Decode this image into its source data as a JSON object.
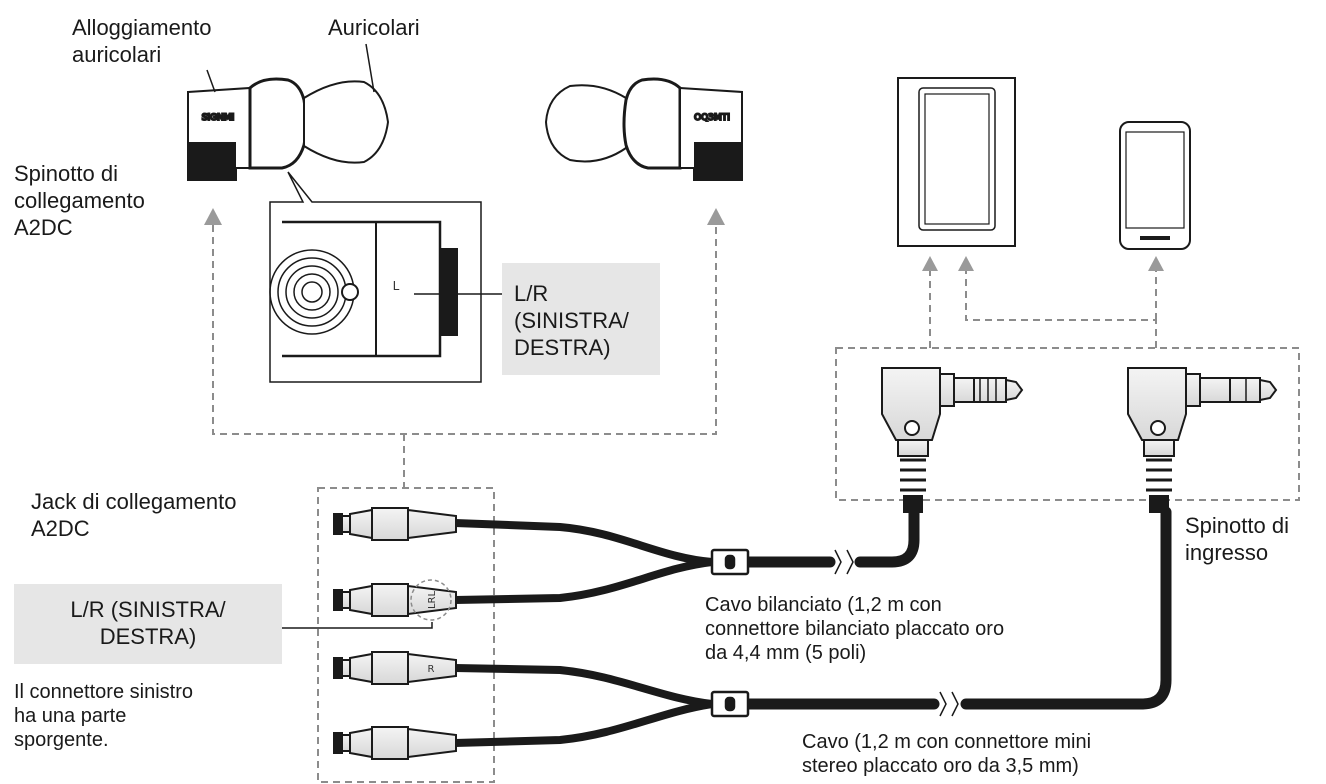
{
  "labels": {
    "housing": [
      "Alloggiamento",
      "auricolari"
    ],
    "earphones": "Auricolari",
    "plug": [
      "Spinotto di",
      "collegamento",
      "A2DC"
    ],
    "lr_top": [
      "L/R",
      "(SINISTRA/",
      "DESTRA)"
    ],
    "jack": [
      "Jack di collegamento",
      "A2DC"
    ],
    "lr_bottom": [
      "L/R (SINISTRA/",
      "DESTRA)"
    ],
    "note": [
      "Il connettore sinistro",
      "ha una parte",
      "sporgente."
    ],
    "input_plug": [
      "Spinotto di",
      "ingresso"
    ],
    "balanced_cable": [
      "Cavo bilanciato (1,2 m con",
      "connettore bilanciato placcato oro",
      "da 4,4 mm (5 poli)"
    ],
    "cable": [
      "Cavo (1,2 m con connettore mini",
      "stereo placcato oro da 3,5 mm)"
    ]
  },
  "markings": {
    "housing_left": "SIGNMI",
    "housing_right": "OQ3MTI",
    "closeup_mark": "L",
    "lr_connector": "LRL",
    "r_connector": "R"
  },
  "colors": {
    "line": "#1a1a1a",
    "dashed": "#8c8c8c",
    "arrow": "#9a9a9a",
    "label_box": "#e6e6e6"
  }
}
